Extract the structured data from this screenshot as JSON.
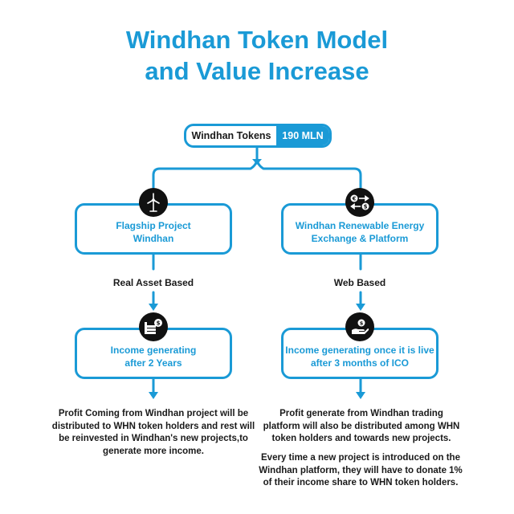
{
  "title": {
    "line1": "Windhan Token Model",
    "line2": "and Value Increase"
  },
  "token": {
    "label": "Windhan Tokens",
    "value": "190 MLN"
  },
  "left_branch": {
    "box1": {
      "line1": "Flagship Project",
      "line2": "Windhan",
      "icon": "wind-turbine-icon"
    },
    "basis": "Real Asset Based",
    "box2": {
      "line1": "Income generating",
      "line2": "after 2 Years",
      "icon": "money-stack-icon"
    },
    "description": "Profit Coming from Windhan project will be distributed to WHN token holders and rest will be reinvested in Windhan's new projects,to generate more income."
  },
  "right_branch": {
    "box1": {
      "line1": "Windhan Renewable Energy",
      "line2": "Exchange & Platform",
      "icon": "currency-exchange-icon"
    },
    "basis": "Web Based",
    "box2": {
      "line1": "Income generating once it is live",
      "line2": "after 3 months of ICO",
      "icon": "hand-money-icon"
    },
    "description1": "Profit generate from Windhan trading platform will also be distributed among WHN token holders and towards new projects.",
    "description2": "Every time a new project is introduced on the Windhan platform, they will have to donate 1% of their income share to WHN token holders."
  },
  "colors": {
    "accent": "#1a9ad6",
    "text": "#1a1a1a",
    "badge": "#111111"
  }
}
